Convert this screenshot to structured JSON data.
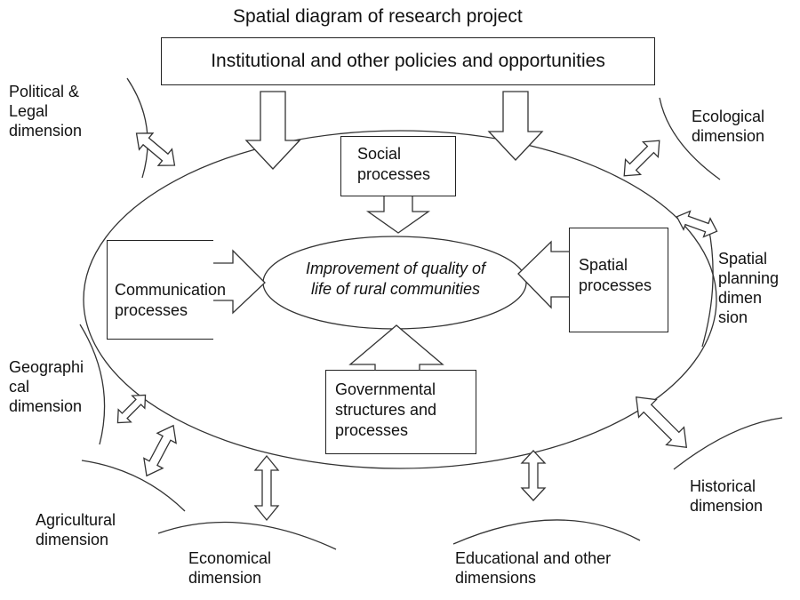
{
  "title": "Spatial diagram of research project",
  "policies_box": "Institutional and other policies and opportunities",
  "center": "Improvement of quality of\nlife of rural communities",
  "processes": {
    "social": "Social\nprocesses",
    "communication": "Communication\nprocesses",
    "spatial": "Spatial\nprocesses",
    "governmental": "Governmental\nstructures and\nprocesses"
  },
  "dimensions": {
    "political_legal": "Political &\nLegal\ndimension",
    "ecological": "Ecological\ndimension",
    "spatial_planning": "Spatial\nplanning\ndimen\nsion",
    "geographical": "Geographi\ncal\ndimension",
    "agricultural": "Agricultural\ndimension",
    "economical": "Economical\ndimension",
    "educational": "Educational and other\ndimensions",
    "historical": "Historical\ndimension"
  }
}
